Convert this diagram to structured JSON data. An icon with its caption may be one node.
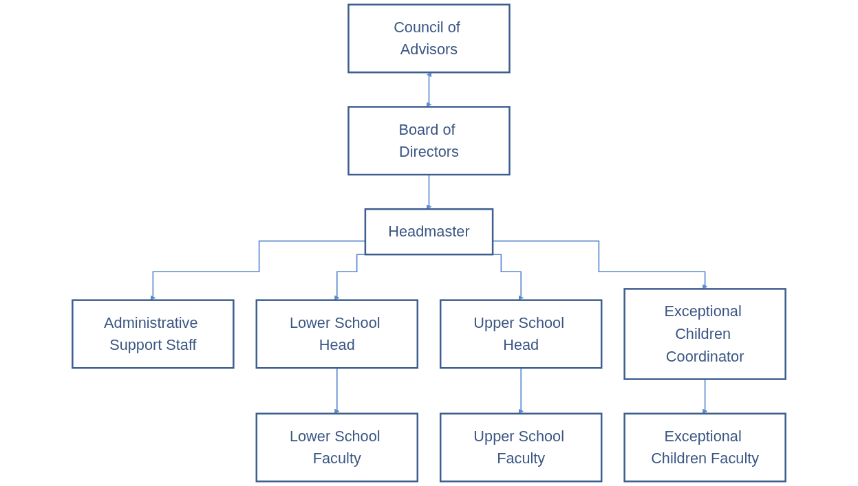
{
  "diagram": {
    "nodes": [
      {
        "text": [
          "Board of Directors"
        ]
      },
      {
        "text": [
          "Council of Advisors"
        ]
      },
      {
        "text": [
          "Headmaster"
        ]
      },
      {
        "text": [
          "Administrative Support Staff"
        ]
      },
      {
        "text": [
          "Lower School Head"
        ]
      },
      {
        "text": [
          "Upper School Head"
        ]
      },
      {
        "text": [
          "Exceptional Children Coordinator"
        ]
      },
      {
        "text": [
          "Lower School Faculty"
        ]
      },
      {
        "text": [
          "Upper School Faculty"
        ]
      },
      {
        "text": [
          "Exceptional Children Faculty"
        ]
      }
    ],
    "edges": [
      {
        "from": 1,
        "to": 0,
        "arrow": "both"
      },
      {
        "from": 0,
        "to": 2,
        "arrow": "to"
      },
      {
        "from": 2,
        "to": 3,
        "arrow": "to"
      },
      {
        "from": 2,
        "to": 4,
        "arrow": "to"
      },
      {
        "from": 2,
        "to": 5,
        "arrow": "to"
      },
      {
        "from": 2,
        "to": 6,
        "arrow": "to"
      },
      {
        "from": 4,
        "to": 7,
        "arrow": "to"
      },
      {
        "from": 5,
        "to": 8,
        "arrow": "to"
      },
      {
        "from": 6,
        "to": 9,
        "arrow": "to"
      }
    ]
  }
}
